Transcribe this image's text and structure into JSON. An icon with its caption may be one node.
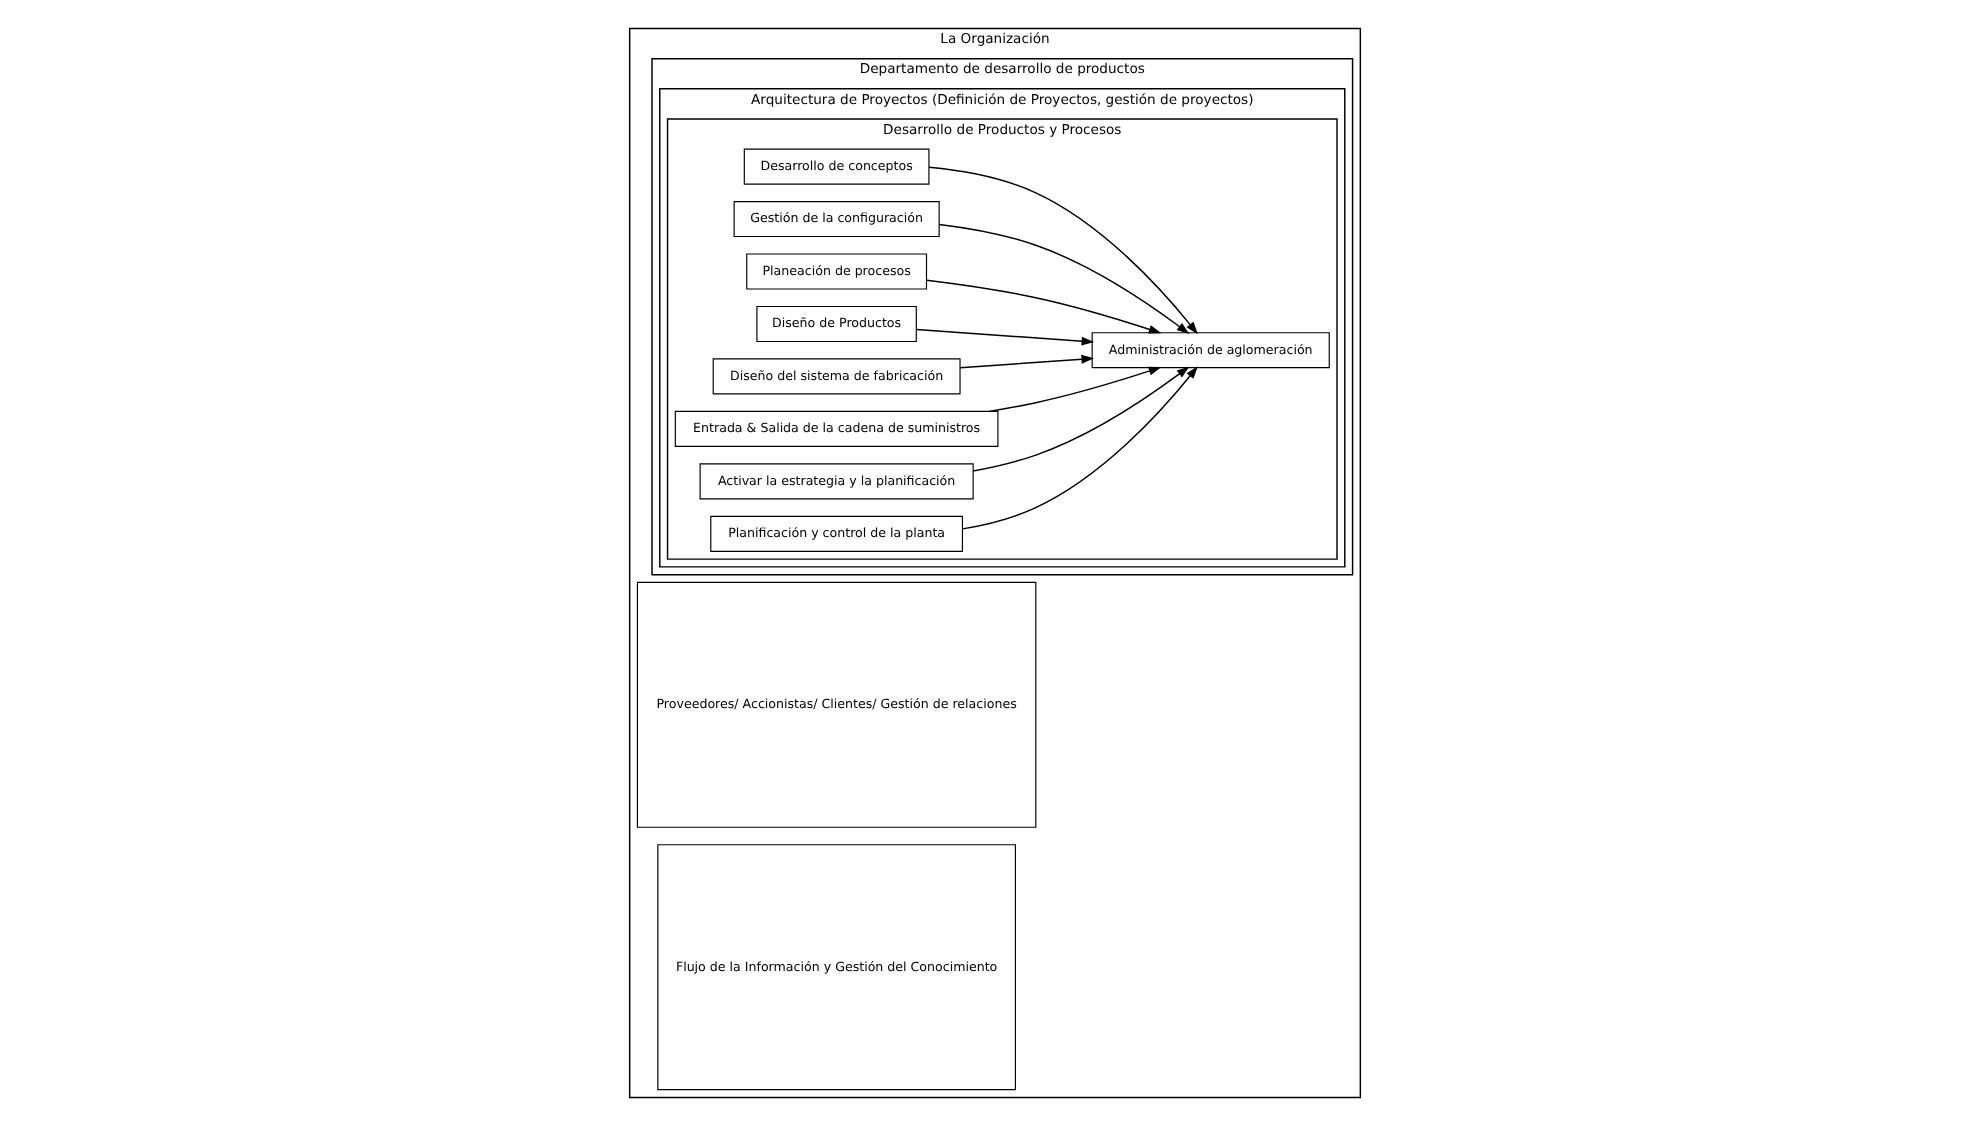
{
  "diagram": {
    "nodes": [
      {
        "text": [
          "La Organización"
        ]
      },
      {
        "text": [
          "Proveedores/ Accionistas/ Clientes/ Gestión de relaciones"
        ],
        "in": 0
      },
      {
        "text": [
          "Departamento de desarrollo de productos"
        ],
        "in": 0
      },
      {
        "text": [
          "Arquitectura de Proyectos (Definición de Proyectos, gestión de proyectos)"
        ],
        "in": 2
      },
      {
        "text": [
          "Desarrollo de Productos y Procesos"
        ],
        "in": 3
      },
      {
        "text": [
          "Desarrollo de conceptos"
        ],
        "in": 4
      },
      {
        "text": [
          "Gestión de la configuración"
        ],
        "in": 4
      },
      {
        "text": [
          "Planeación de procesos"
        ],
        "in": 4
      },
      {
        "text": [
          "Diseño de Productos"
        ],
        "in": 4
      },
      {
        "text": [
          "Administración de aglomeración"
        ],
        "in": 4
      },
      {
        "text": [
          "Diseño del sistema de fabricación"
        ],
        "in": 4
      },
      {
        "text": [
          "Entrada & Salida de la cadena de suministros"
        ],
        "in": 4
      },
      {
        "text": [
          "Activar la estrategia y la planificación"
        ],
        "in": 4
      },
      {
        "text": [
          "Planificación y control de la planta"
        ],
        "in": 4
      },
      {
        "text": [
          "Flujo de la Información y Gestión del Conocimiento"
        ],
        "in": 0
      }
    ],
    "edges": [
      {
        "from": 5,
        "to": 9,
        "arrow": "to"
      },
      {
        "from": 6,
        "to": 9,
        "arrow": "to"
      },
      {
        "from": 7,
        "to": 9,
        "arrow": "to"
      },
      {
        "from": 8,
        "to": 9,
        "arrow": "to"
      },
      {
        "from": 10,
        "to": 9,
        "arrow": "to"
      },
      {
        "from": 11,
        "to": 9,
        "arrow": "to"
      },
      {
        "from": 12,
        "to": 9,
        "arrow": "to"
      },
      {
        "from": 13,
        "to": 9,
        "arrow": "to"
      }
    ]
  }
}
